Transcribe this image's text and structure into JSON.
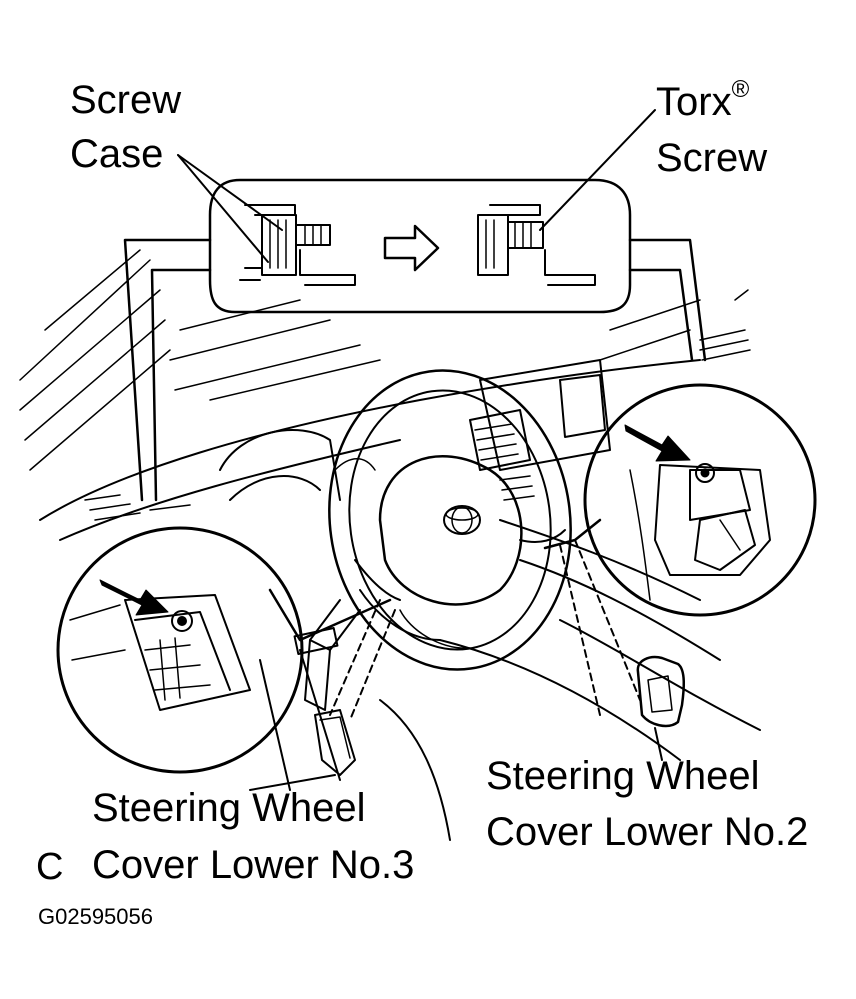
{
  "labels": {
    "screw": "Screw",
    "case": "Case",
    "torx": "Torx",
    "registered_mark": "®",
    "torx_screw": "Screw",
    "sw_cover_no3_line1": "Steering Wheel",
    "sw_cover_no3_line2": "Cover Lower No.3",
    "sw_cover_no2_line1": "Steering Wheel",
    "sw_cover_no2_line2": "Cover Lower No.2",
    "view_letter": "C",
    "figure_code": "G02595056"
  },
  "icons": {
    "arrow_between_details": "hollow-right-arrow",
    "pointer_left_detail": "solid-pointer-arrow",
    "pointer_right_detail": "solid-pointer-arrow",
    "brand_emblem": "steering-wheel-emblem"
  },
  "colors": {
    "ink": "#000000",
    "paper": "#ffffff"
  }
}
